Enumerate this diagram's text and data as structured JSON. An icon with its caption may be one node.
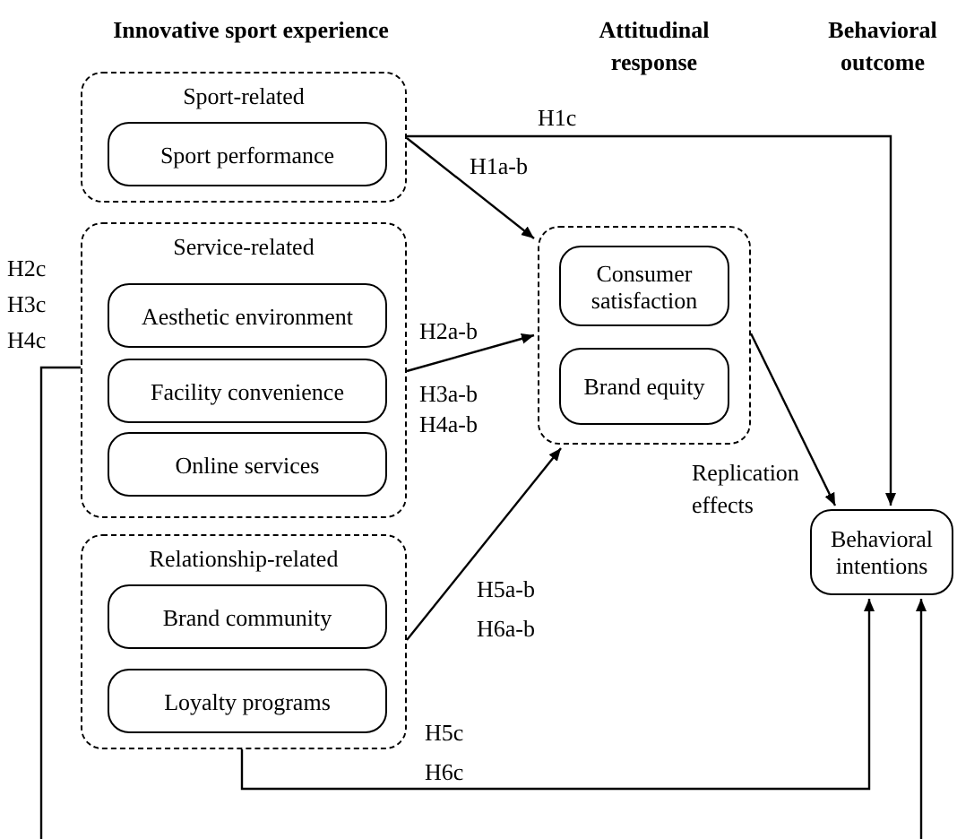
{
  "diagram": {
    "nodes": [
      {
        "text": [
          "Sport-related"
        ]
      },
      {
        "text": [
          "Sport performance"
        ],
        "in": 0
      },
      {
        "text": [
          "Service-related"
        ]
      },
      {
        "text": [
          "Aesthetic environment"
        ],
        "in": 2
      },
      {
        "text": [
          "Facility convenience"
        ],
        "in": 2
      },
      {
        "text": [
          "Online services"
        ],
        "in": 2
      },
      {
        "text": [
          "Relationship-related"
        ]
      },
      {
        "text": [
          "Brand community"
        ],
        "in": 6
      },
      {
        "text": [
          "Loyalty programs"
        ],
        "in": 6
      },
      {
        "text": [],
        "shape": "box"
      },
      {
        "text": [
          "Consumer satisfaction"
        ],
        "in": 9
      },
      {
        "text": [
          "Brand equity"
        ],
        "in": 9
      },
      {
        "text": [
          "Behavioral intentions"
        ]
      }
    ],
    "edges": [
      {
        "from": 0,
        "to": 9,
        "arrow": "to"
      },
      {
        "from": 0,
        "to": 12,
        "arrow": "to"
      },
      {
        "from": 2,
        "to": 9,
        "arrow": "to"
      },
      {
        "from": 6,
        "to": 9,
        "arrow": "to"
      },
      {
        "from": 9,
        "to": 12,
        "arrow": "to"
      },
      {
        "from": 6,
        "to": 12,
        "arrow": "to"
      },
      {
        "from": 2,
        "to": null,
        "arrow": "none"
      },
      {
        "from": null,
        "to": 12,
        "arrow": "to"
      }
    ],
    "labels": [
      "Innovative sport experience",
      "Attitudinal response",
      "Behavioral outcome",
      "H1c",
      "H1a-b",
      "H2c",
      "H3c",
      "H4c",
      "H2a-b",
      "H3a-b",
      "H4a-b",
      "Replication effects",
      "H5a-b",
      "H6a-b",
      "H5c",
      "H6c"
    ]
  }
}
